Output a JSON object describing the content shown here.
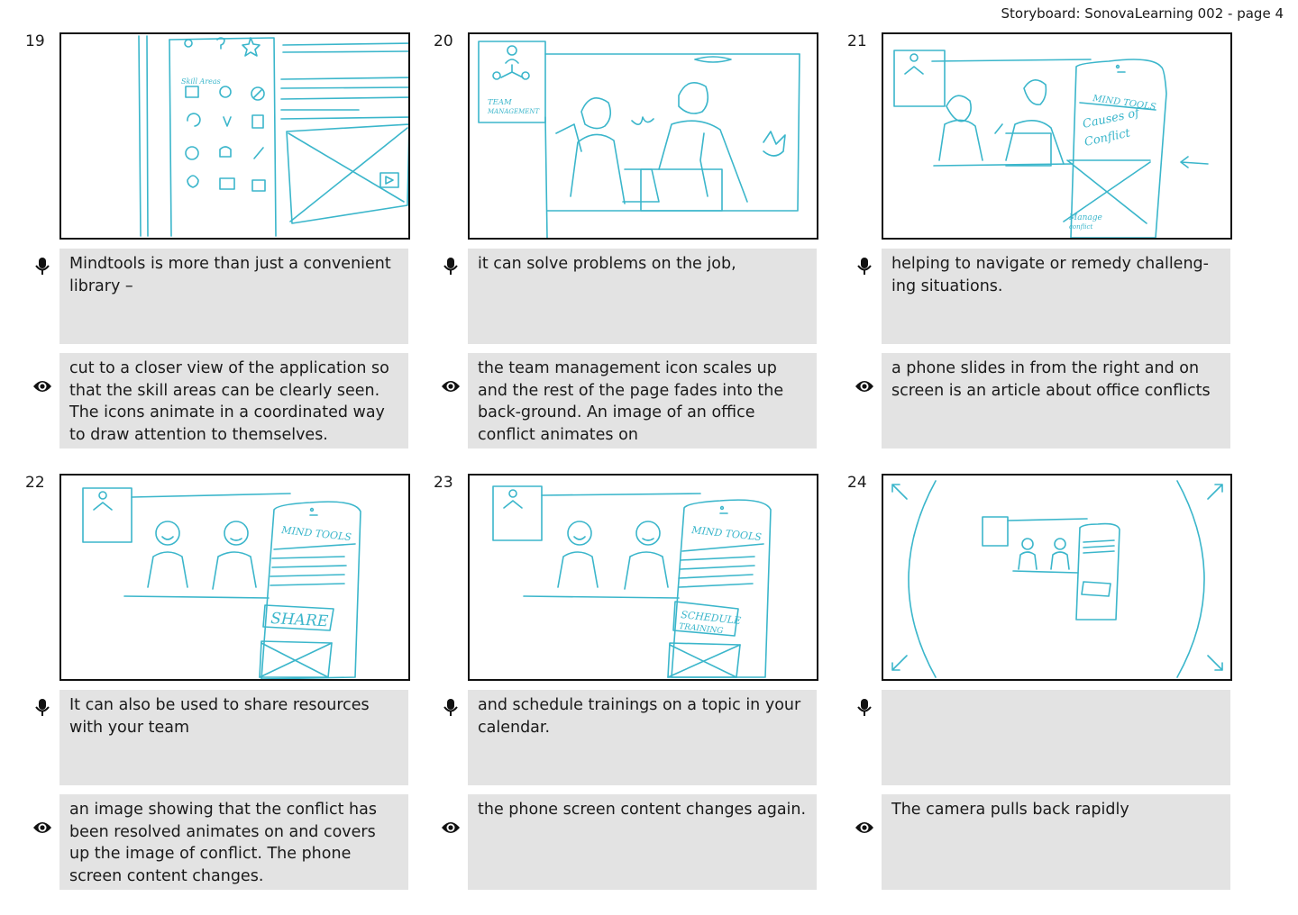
{
  "header": {
    "title": "Storyboard: SonovaLearning 002 - page  4"
  },
  "panels": [
    {
      "number": "19",
      "audio": "Mindtools is more than just a convenient library –",
      "visual": "cut to a closer view of the application so that the skill areas can be clearly seen. The icons animate in a coordinated way to draw attention to themselves.",
      "sketch_text": [
        "Skill Areas"
      ]
    },
    {
      "number": "20",
      "audio": "it can solve problems on the job,",
      "visual": "the team management icon scales up and the rest of the page fades into the back-ground. An image of an office conflict animates on",
      "sketch_text": [
        "TEAM",
        "MANAGEMENT"
      ]
    },
    {
      "number": "21",
      "audio": "helping to navigate or remedy challeng-ing situations.",
      "visual": "a phone slides in from the right and on screen is an article about office conflicts",
      "sketch_text": [
        "MIND TOOLS",
        "Causes of",
        "Conflict",
        "Manage",
        "conflict"
      ]
    },
    {
      "number": "22",
      "audio": "It can also be used to share resources with your team",
      "visual": "an image showing that the conflict has been resolved animates on and covers up the image of conflict. The phone screen content changes.",
      "sketch_text": [
        "MIND TOOLS",
        "SHARE"
      ]
    },
    {
      "number": "23",
      "audio": "and schedule trainings on a topic in your calendar.",
      "visual": "the phone screen content changes again.",
      "sketch_text": [
        "MIND TOOLS",
        "SCHEDULE",
        "TRAINING"
      ]
    },
    {
      "number": "24",
      "audio": "",
      "visual": "The camera pulls back rapidly",
      "sketch_text": []
    }
  ],
  "icons": {
    "audio": "microphone-icon",
    "visual": "eye-icon"
  },
  "colors": {
    "sketch": "#3bb6cb",
    "caption_bg": "#e3e3e3",
    "frame_border": "#111111"
  }
}
